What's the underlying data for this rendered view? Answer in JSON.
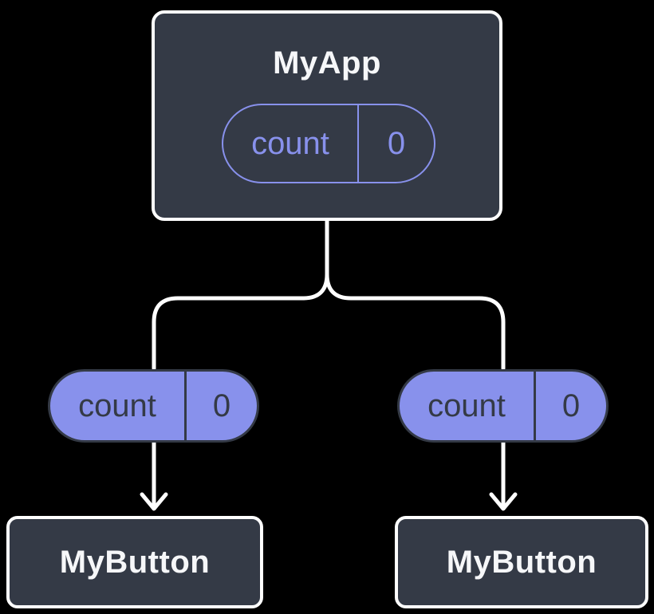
{
  "diagram": {
    "root": {
      "title": "MyApp",
      "state": {
        "key": "count",
        "value": "0"
      }
    },
    "left_child": {
      "title": "MyButton",
      "state": {
        "key": "count",
        "value": "0"
      }
    },
    "right_child": {
      "title": "MyButton",
      "state": {
        "key": "count",
        "value": "0"
      }
    },
    "colors": {
      "background": "#000000",
      "node_background": "#343a46",
      "node_border": "#ffffff",
      "node_text": "#f6f7f9",
      "purple_accent": "#8891ec",
      "pill_dark_text": "#343a46",
      "connector": "#ffffff"
    }
  }
}
